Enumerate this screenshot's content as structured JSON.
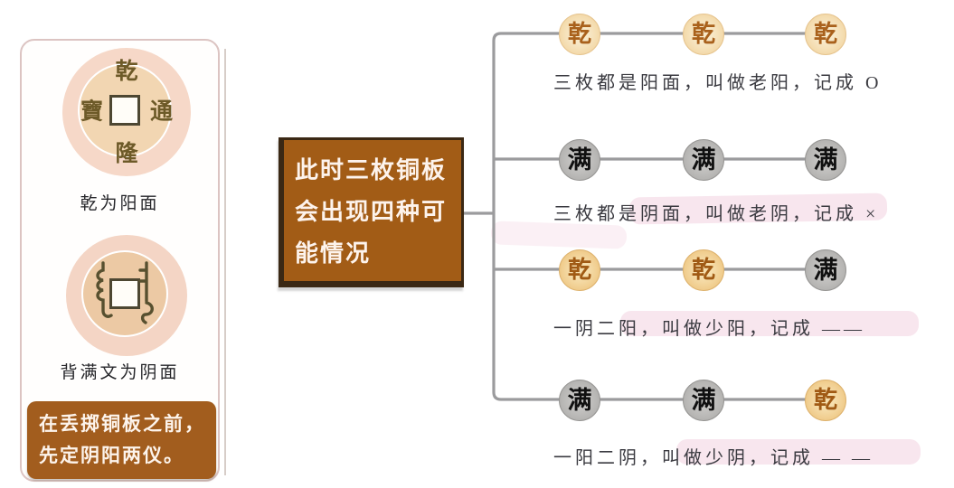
{
  "left_panel": {
    "yang_coin": {
      "caption": "乾为阳面",
      "inscription": {
        "top": "乾",
        "bottom": "隆",
        "left": "寶",
        "right": "通"
      }
    },
    "yin_coin": {
      "caption": "背满文为阴面"
    },
    "note_lines": [
      "在丢掷铜板之前，",
      "先定阴阳两仪。"
    ]
  },
  "center_box": {
    "lines": [
      "此时三枚铜板",
      "会出现四种可",
      "能情况"
    ]
  },
  "branches": [
    {
      "coins": [
        "乾",
        "乾",
        "乾"
      ],
      "types": [
        "yang",
        "yang",
        "yang"
      ],
      "label": "三枚都是阳面，叫做老阳，记成 O"
    },
    {
      "coins": [
        "满",
        "满",
        "满"
      ],
      "types": [
        "yin",
        "yin",
        "yin"
      ],
      "label": "三枚都是阴面，叫做老阴，记成 ×"
    },
    {
      "coins": [
        "乾",
        "乾",
        "满"
      ],
      "types": [
        "yang",
        "yang",
        "yin"
      ],
      "label": "一阴二阳，叫做少阳，记成 ——"
    },
    {
      "coins": [
        "满",
        "满",
        "乾"
      ],
      "types": [
        "yin",
        "yin",
        "yang"
      ],
      "label": "一阳二阴，叫做少阴，记成 — —"
    }
  ],
  "colors": {
    "panel_brown": "#a25c16",
    "panel_border_dark": "#3a2814",
    "coin_yang_fill": "#f3d9a9",
    "coin_yin_fill": "#b1b0ae",
    "connector_gray": "#9b9b9d",
    "highlight_pink": "#f2cdde"
  }
}
